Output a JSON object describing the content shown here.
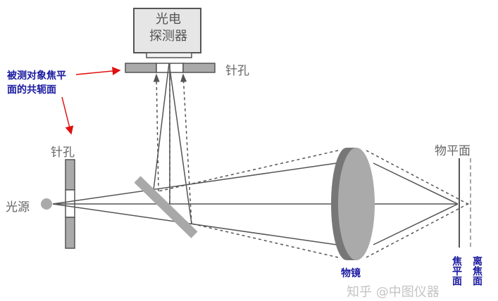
{
  "labels": {
    "detector": [
      "光电",
      "探测器"
    ],
    "pinhole_top": "针孔",
    "pinhole_left": "针孔",
    "light_source": "光源",
    "object_plane": "物平面",
    "objective": "物镜",
    "focal_plane": "焦平面",
    "defocus_plane": "离焦面",
    "conjugate_line1": "被测对象焦平",
    "conjugate_line2": "面的共轭面"
  },
  "watermark": "知乎 @中图仪器",
  "colors": {
    "annotation_text": "#1a1aa0",
    "annotation_arrow": "#e01010",
    "optics_gray": "#999999"
  }
}
